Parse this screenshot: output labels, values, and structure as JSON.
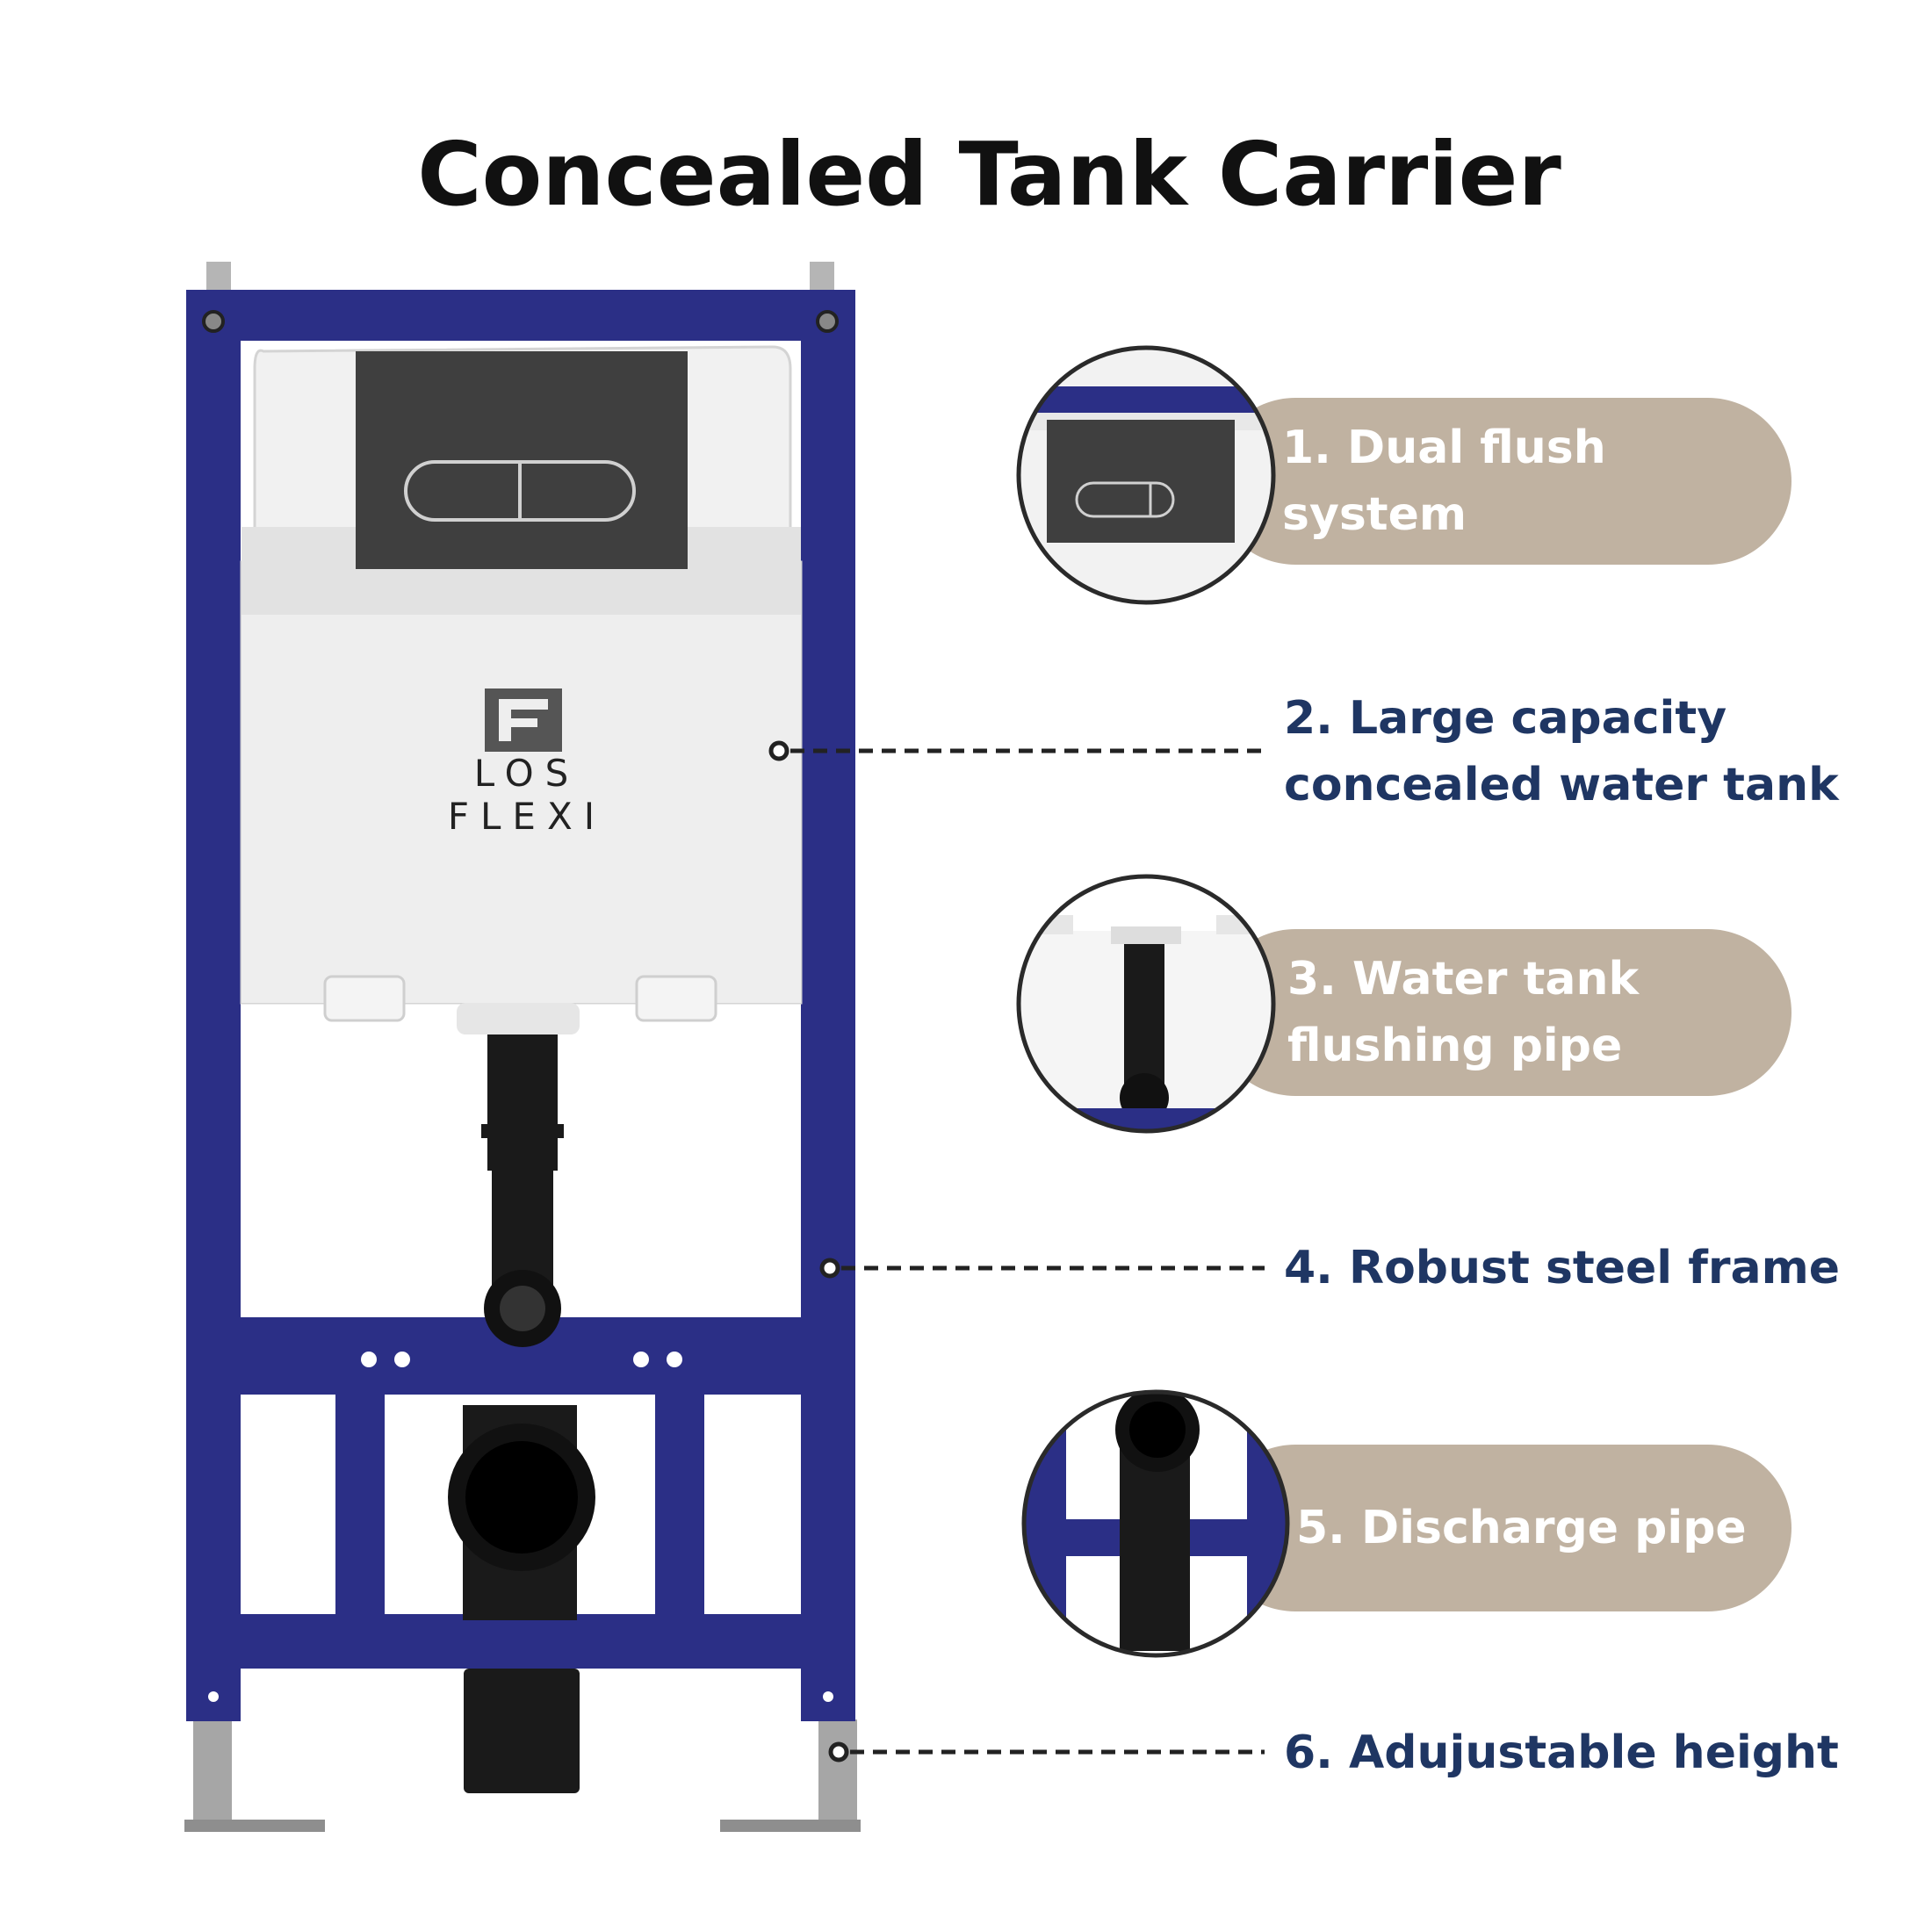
{
  "title": "Concealed Tank Carrier",
  "brand": {
    "name": "LOS FLEXI",
    "logo_icon": "los-flexi-logo-icon"
  },
  "colors": {
    "frame": "#2b2f86",
    "pill": "#c0b2a1",
    "pill_text": "#ffffff",
    "label_text": "#1f3663",
    "pipe": "#1a1a1a",
    "tank": "#f0f0f0",
    "flush_plate": "#3f3f3f"
  },
  "callouts": [
    {
      "number": 1,
      "lines": [
        "1. Dual flush system"
      ],
      "style": "pill"
    },
    {
      "number": 2,
      "lines": [
        "2. Large capacity",
        "concealed water tank"
      ],
      "style": "dashed-line"
    },
    {
      "number": 3,
      "lines": [
        "3. Water tank",
        "flushing  pipe"
      ],
      "style": "pill"
    },
    {
      "number": 4,
      "lines": [
        "4. Robust steel frame"
      ],
      "style": "dashed-line"
    },
    {
      "number": 5,
      "lines": [
        "5. Discharge pipe"
      ],
      "style": "pill"
    },
    {
      "number": 6,
      "lines": [
        "6. Adujustable height"
      ],
      "style": "dashed-line"
    }
  ]
}
